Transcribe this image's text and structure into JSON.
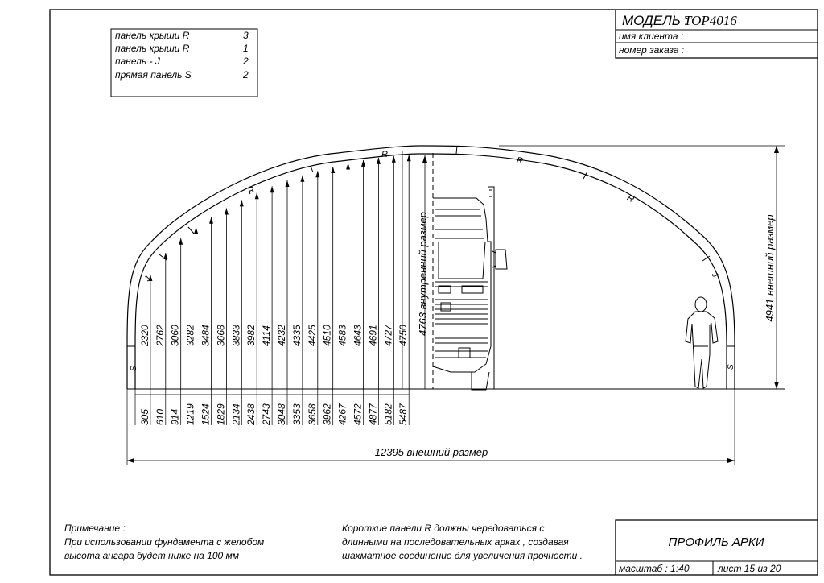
{
  "title_block": {
    "model_label": "МОДЕЛЬ :",
    "model_value": "TOP4016",
    "client_label": "имя клиента :",
    "order_label": "номер заказа :"
  },
  "panel_table": [
    {
      "name": "панель крыши  R",
      "qty": "3"
    },
    {
      "name": "панель крыши  R",
      "qty": "1"
    },
    {
      "name": "панель  - J",
      "qty": "2"
    },
    {
      "name": "прямая панель  S",
      "qty": "2"
    }
  ],
  "arch_labels": {
    "r": "R",
    "j": "J",
    "s": "S"
  },
  "heights": [
    "2320",
    "2762",
    "3060",
    "3282",
    "3484",
    "3668",
    "3833",
    "3982",
    "4114",
    "4232",
    "4335",
    "4425",
    "4510",
    "4583",
    "4643",
    "4691",
    "4727",
    "4750"
  ],
  "offsets": [
    "305",
    "610",
    "914",
    "1219",
    "1524",
    "1829",
    "2134",
    "2438",
    "2743",
    "3048",
    "3353",
    "3658",
    "3962",
    "4267",
    "4572",
    "4877",
    "5182",
    "5487"
  ],
  "dimensions": {
    "inner_height": "4763  внутренний размер",
    "outer_height": "4941  внешний размер",
    "outer_width": "12395  внешний размер"
  },
  "notes": {
    "left_title": "Примечание :",
    "left_line1": "При использовании фундамента с желобом",
    "left_line2": "высота ангара будет ниже на  100  мм",
    "right_line1": "Короткие панели  R  должны чередоваться  с",
    "right_line2": "длинными на последовательных арках , создавая",
    "right_line3": "шахматное соединение для увеличения прочности ."
  },
  "bottom_block": {
    "profile_title": "ПРОФИЛЬ АРКИ",
    "scale": "масштаб : 1:40",
    "sheet": "лист  15  из  20"
  }
}
